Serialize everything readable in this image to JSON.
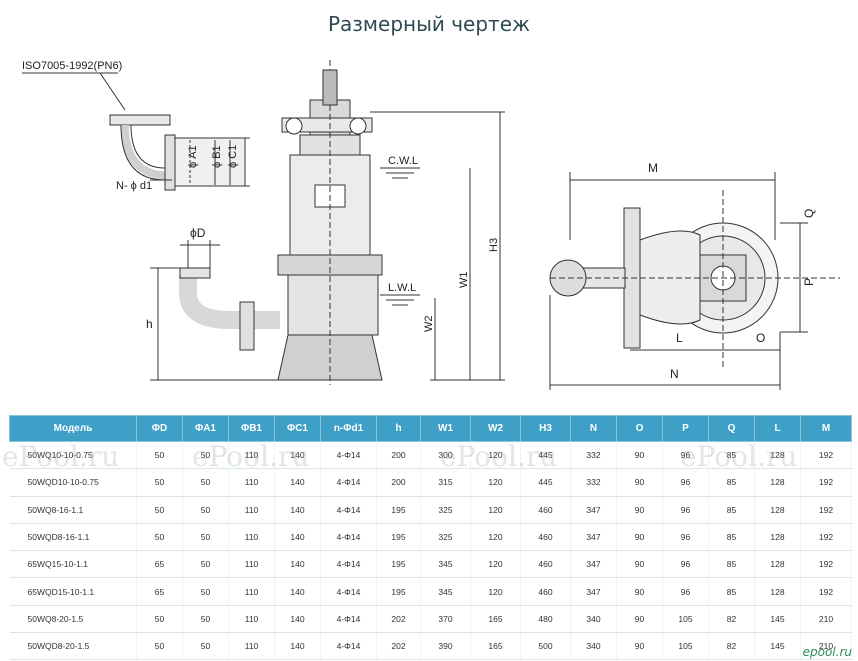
{
  "title": "Размерный чертеж",
  "drawing": {
    "standard_label": "ISO7005-1992(PN6)",
    "flange_label": "N- ϕ d1",
    "a1": "ϕ A1",
    "b1": "ϕ B1",
    "c1": "ϕ C1",
    "d": "ϕD",
    "cwl": "C.W.L",
    "lwl": "L.W.L",
    "h": "h",
    "w1": "W1",
    "w2": "W2",
    "h3": "H3",
    "m": "M",
    "q": "Q",
    "p": "P",
    "l": "L",
    "o": "O",
    "n": "N"
  },
  "table": {
    "headers": [
      "Модель",
      "ΦD",
      "ΦA1",
      "ΦB1",
      "ΦC1",
      "n-Φd1",
      "h",
      "W1",
      "W2",
      "H3",
      "N",
      "O",
      "P",
      "Q",
      "L",
      "M"
    ],
    "rows": [
      [
        "50WQ10-10-0.75",
        "50",
        "50",
        "110",
        "140",
        "4-Φ14",
        "200",
        "300",
        "120",
        "445",
        "332",
        "90",
        "96",
        "85",
        "128",
        "192"
      ],
      [
        "50WQD10-10-0.75",
        "50",
        "50",
        "110",
        "140",
        "4-Φ14",
        "200",
        "315",
        "120",
        "445",
        "332",
        "90",
        "96",
        "85",
        "128",
        "192"
      ],
      [
        "50WQ8-16-1.1",
        "50",
        "50",
        "110",
        "140",
        "4-Φ14",
        "195",
        "325",
        "120",
        "460",
        "347",
        "90",
        "96",
        "85",
        "128",
        "192"
      ],
      [
        "50WQD8-16-1.1",
        "50",
        "50",
        "110",
        "140",
        "4-Φ14",
        "195",
        "325",
        "120",
        "460",
        "347",
        "90",
        "96",
        "85",
        "128",
        "192"
      ],
      [
        "65WQ15-10-1.1",
        "65",
        "50",
        "110",
        "140",
        "4-Φ14",
        "195",
        "345",
        "120",
        "460",
        "347",
        "90",
        "96",
        "85",
        "128",
        "192"
      ],
      [
        "65WQD15-10-1.1",
        "65",
        "50",
        "110",
        "140",
        "4-Φ14",
        "195",
        "345",
        "120",
        "460",
        "347",
        "90",
        "96",
        "85",
        "128",
        "192"
      ],
      [
        "50WQ8-20-1.5",
        "50",
        "50",
        "110",
        "140",
        "4-Φ14",
        "202",
        "370",
        "165",
        "480",
        "340",
        "90",
        "105",
        "82",
        "145",
        "210"
      ],
      [
        "50WQD8-20-1.5",
        "50",
        "50",
        "110",
        "140",
        "4-Φ14",
        "202",
        "390",
        "165",
        "500",
        "340",
        "90",
        "105",
        "82",
        "145",
        "210"
      ]
    ]
  },
  "watermark": "ePool.ru",
  "brand": "epool.ru"
}
